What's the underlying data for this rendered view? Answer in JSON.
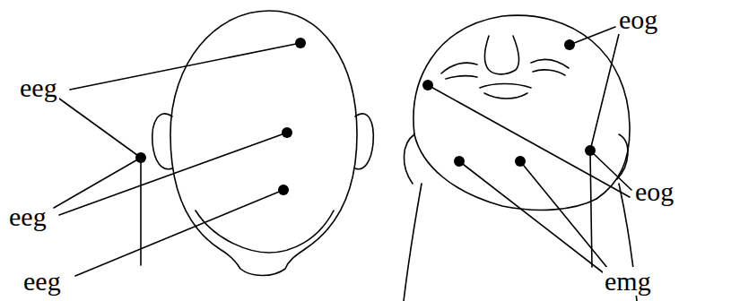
{
  "diagram": {
    "labels": [
      "eeg",
      "eeg",
      "eeg",
      "eog",
      "eog",
      "emg"
    ]
  }
}
